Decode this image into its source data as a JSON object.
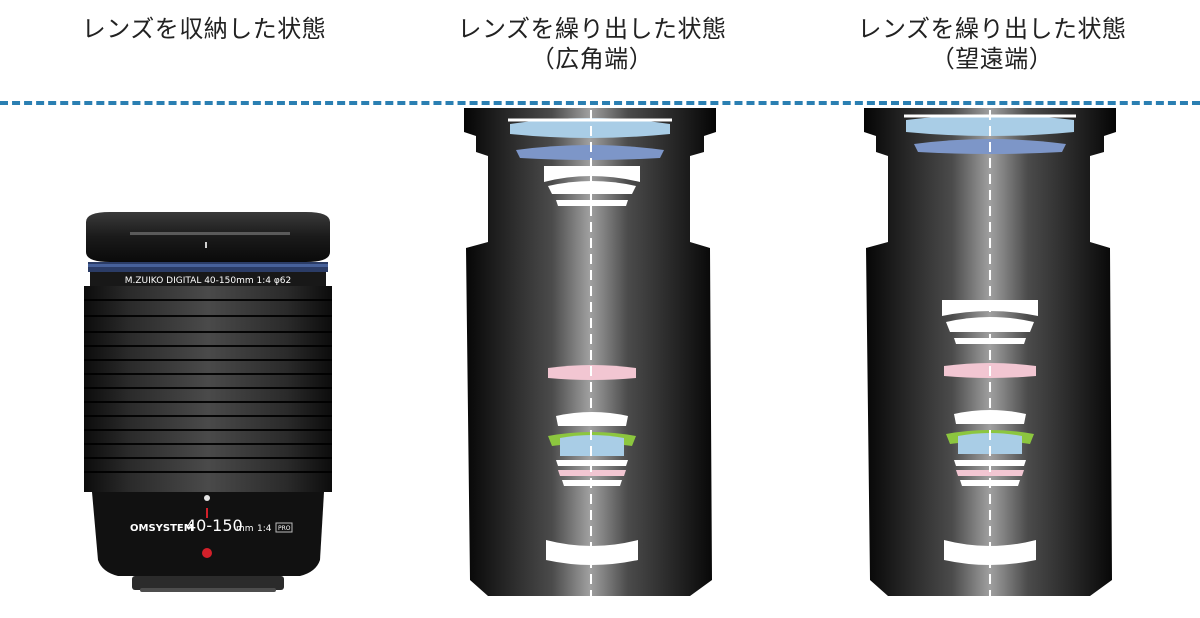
{
  "captions": {
    "retracted": "レンズを収納した状態",
    "extended_wide_line1": "レンズを繰り出した状態",
    "extended_wide_line2": "（広角端）",
    "extended_tele_line1": "レンズを繰り出した状態",
    "extended_tele_line2": "（望遠端）"
  },
  "lens_photo": {
    "top_band_text": "M.ZUIKO DIGITAL  40-150mm  1:4  φ62",
    "brand_text": "OMSYSTEM",
    "focal_text": "40-150",
    "focal_unit": "mm",
    "aperture_text": "1:4",
    "badge_text": "PRO"
  },
  "colors": {
    "dashed_line": "#2a7fb2",
    "lens_body_dark": "#141414",
    "element_light_blue": "#a9cde6",
    "element_blue": "#7d96c8",
    "element_pink": "#f2c6d2",
    "element_green": "#8cc63f",
    "red_dot": "#d3202a"
  }
}
